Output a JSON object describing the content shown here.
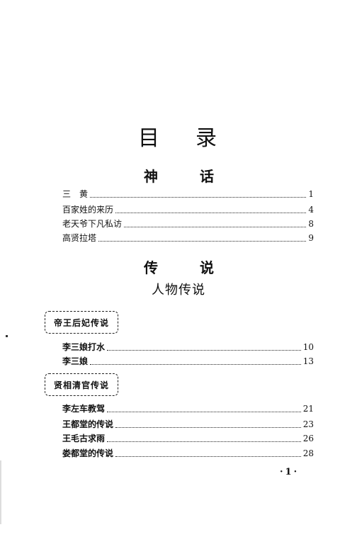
{
  "title": {
    "char1": "目",
    "char2": "录"
  },
  "section_myths": {
    "char1": "神",
    "char2": "话"
  },
  "myths_entries": [
    {
      "label": "三　黄",
      "page": "1"
    },
    {
      "label": "百家姓的来历",
      "page": "4"
    },
    {
      "label": "老天爷下凡私访",
      "page": "8"
    },
    {
      "label": "高贤拉塔",
      "page": "9"
    }
  ],
  "section_legends": {
    "char1": "传",
    "char2": "说"
  },
  "subsection_people": "人物传说",
  "group_emperors": {
    "label": "帝王后妃传说",
    "entries": [
      {
        "label": "李三娘打水",
        "page": "10"
      },
      {
        "label": "李三娘",
        "page": "13"
      }
    ]
  },
  "group_officials": {
    "label": "贤相清官传说",
    "entries": [
      {
        "label": "李左车教驾",
        "page": "21"
      },
      {
        "label": "王都堂的传说",
        "page": "23"
      },
      {
        "label": "王毛古求雨",
        "page": "26"
      },
      {
        "label": "娄都堂的传说",
        "page": "28"
      }
    ]
  },
  "page_number": "·1·"
}
